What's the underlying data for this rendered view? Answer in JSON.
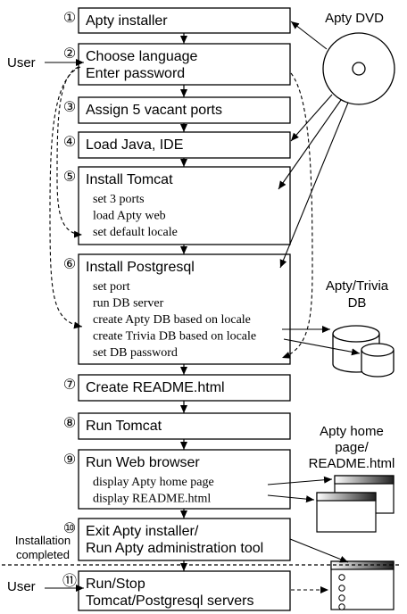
{
  "steps": [
    {
      "num": "①",
      "lines": [
        "Apty installer"
      ],
      "sub": []
    },
    {
      "num": "②",
      "lines": [
        "Choose language",
        "Enter password"
      ],
      "sub": []
    },
    {
      "num": "③",
      "lines": [
        "Assign 5 vacant ports"
      ],
      "sub": []
    },
    {
      "num": "④",
      "lines": [
        "Load Java, IDE"
      ],
      "sub": []
    },
    {
      "num": "⑤",
      "lines": [
        "Install Tomcat"
      ],
      "sub": [
        "set 3 ports",
        "load Apty web",
        "set default locale"
      ]
    },
    {
      "num": "⑥",
      "lines": [
        "Install Postgresql"
      ],
      "sub": [
        "set port",
        "run DB server",
        "create Apty DB based on locale",
        "create Trivia DB based on locale",
        "set DB password"
      ]
    },
    {
      "num": "⑦",
      "lines": [
        "Create README.html"
      ],
      "sub": []
    },
    {
      "num": "⑧",
      "lines": [
        "Run Tomcat"
      ],
      "sub": []
    },
    {
      "num": "⑨",
      "lines": [
        "Run Web browser"
      ],
      "sub": [
        "display Apty home page",
        "display README.html"
      ]
    },
    {
      "num": "⑩",
      "lines": [
        "Exit Apty installer/",
        "Run Apty administration tool"
      ],
      "sub": []
    },
    {
      "num": "⑪",
      "lines": [
        "Run/Stop",
        "Tomcat/Postgresql servers"
      ],
      "sub": []
    }
  ],
  "labels": {
    "dvd": "Apty DVD",
    "user_top": "User",
    "user_bottom": "User",
    "db": [
      "Apty/Trivia",
      "DB"
    ],
    "homepage": [
      "Apty home",
      "page/",
      "README.html"
    ],
    "installation": [
      "Installation",
      "completed"
    ]
  }
}
